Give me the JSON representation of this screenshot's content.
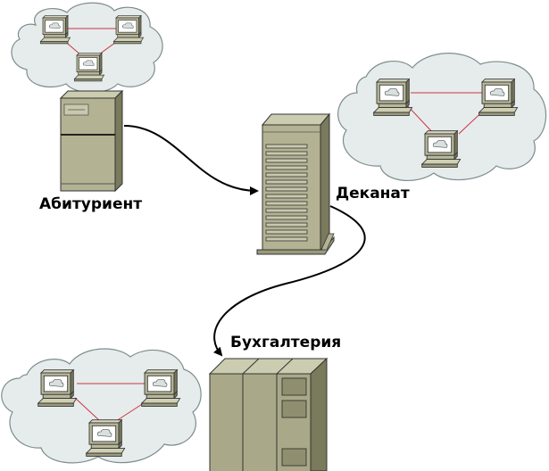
{
  "labels": {
    "applicant": "Абитуриент",
    "dean_office": "Деканат",
    "accounting": "Бухгалтерия"
  },
  "colors": {
    "cloud_fill": "#e6ecec",
    "cloud_stroke": "#7f8c8d",
    "server_face": "#b3b393",
    "server_side": "#7a7a5c",
    "server_top": "#ccccb0",
    "link": "#cc3344",
    "arrow": "#000000"
  },
  "icons": [
    "cloud-icon",
    "laptop-icon",
    "server-tower-icon",
    "rack-server-icon",
    "cabinet-server-icon",
    "arrow-icon"
  ]
}
